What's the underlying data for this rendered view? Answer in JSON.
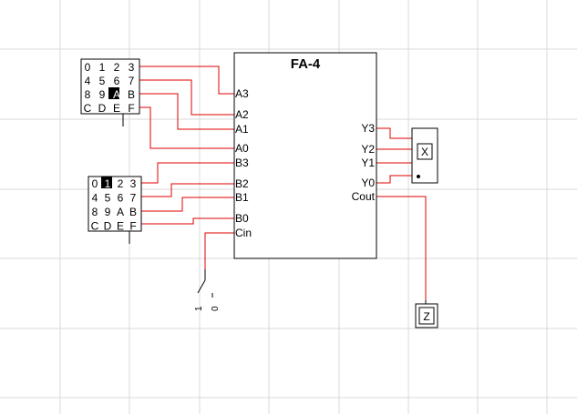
{
  "fa_block": {
    "title": "FA-4",
    "inputs": [
      "A3",
      "A2",
      "A1",
      "A0",
      "B3",
      "B2",
      "B1",
      "B0",
      "Cin"
    ],
    "outputs": [
      "Y3",
      "Y2",
      "Y1",
      "Y0",
      "Cout"
    ]
  },
  "keypads": [
    {
      "rows": [
        [
          "0",
          "1",
          "2",
          "3"
        ],
        [
          "4",
          "5",
          "6",
          "7"
        ],
        [
          "8",
          "9",
          "A",
          "B"
        ],
        [
          "C",
          "D",
          "E",
          "F"
        ]
      ],
      "selected": "A"
    },
    {
      "rows": [
        [
          "0",
          "1",
          "2",
          "3"
        ],
        [
          "4",
          "5",
          "6",
          "7"
        ],
        [
          "8",
          "9",
          "A",
          "B"
        ],
        [
          "C",
          "D",
          "E",
          "F"
        ]
      ],
      "selected": "1"
    }
  ],
  "cin_switch": {
    "labels": [
      "1",
      "0"
    ]
  },
  "display_x": {
    "label": "X"
  },
  "display_z": {
    "label": "Z"
  },
  "colors": {
    "wire": "#e00000",
    "line": "#000000",
    "grid": "#d8d8d8"
  }
}
